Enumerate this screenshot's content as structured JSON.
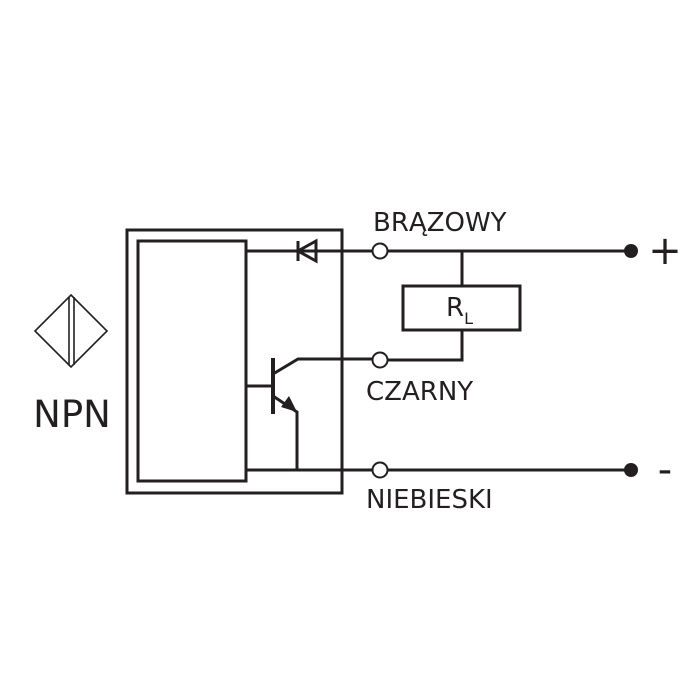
{
  "diagram": {
    "type_label": "NPN",
    "wires": {
      "brown": "BRĄZOWY",
      "black": "CZARNY",
      "blue": "NIEBIESKI"
    },
    "load": {
      "symbol": "R",
      "subscript": "L"
    },
    "polarity": {
      "positive": "+",
      "negative": "-"
    }
  },
  "colors": {
    "line": "#231f20",
    "background": "#ffffff"
  }
}
